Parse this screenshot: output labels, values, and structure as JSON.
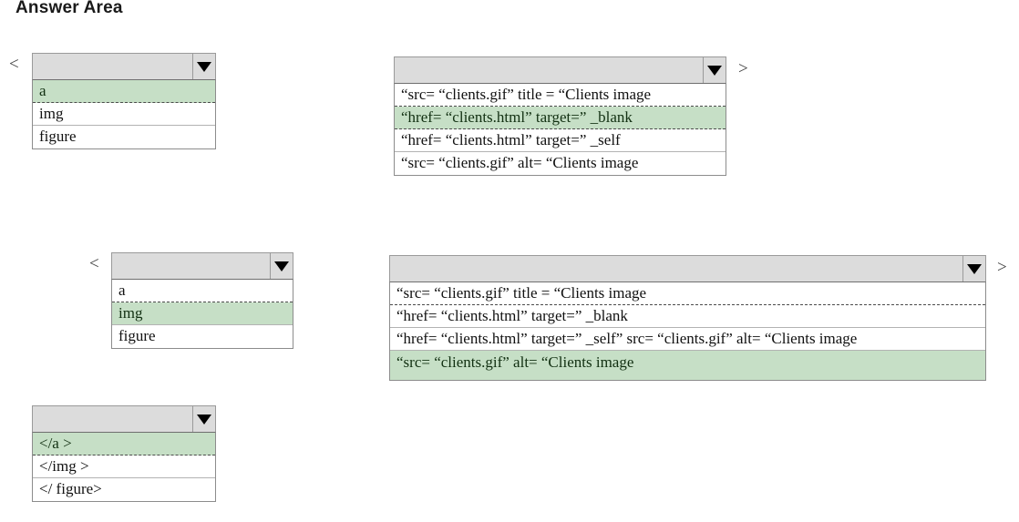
{
  "page": {
    "title": "Answer Area",
    "background": "#ffffff",
    "highlight_color": "#c6dfc6",
    "header_color": "#dcdcdc"
  },
  "markers": {
    "open_bracket": "<",
    "close_bracket": ">"
  },
  "icons": {
    "caret": "chevron-down-icon"
  },
  "dropdowns": [
    {
      "id": "tag-open-1",
      "selected_value": "",
      "selected_index": 0,
      "options": [
        "a",
        "img",
        "figure"
      ]
    },
    {
      "id": "attributes-1",
      "selected_value": "",
      "selected_index": 1,
      "options": [
        "“src= “clients.gif” title = “Clients image",
        "“href= “clients.html” target=” _blank",
        "“href= “clients.html” target=” _self",
        "“src= “clients.gif” alt= “Clients image"
      ]
    },
    {
      "id": "tag-open-2",
      "selected_value": "",
      "selected_index": 1,
      "options": [
        "a",
        "img",
        "figure"
      ]
    },
    {
      "id": "attributes-2",
      "selected_value": "",
      "selected_index": 3,
      "options": [
        "“src= “clients.gif” title = “Clients image",
        "“href= “clients.html” target=” _blank",
        "“href= “clients.html” target=” _self” src= “clients.gif” alt= “Clients image",
        "“src= “clients.gif” alt= “Clients image"
      ]
    },
    {
      "id": "tag-close",
      "selected_value": "",
      "selected_index": 0,
      "options": [
        "</a >",
        "</img  >",
        "</ figure>"
      ]
    }
  ]
}
